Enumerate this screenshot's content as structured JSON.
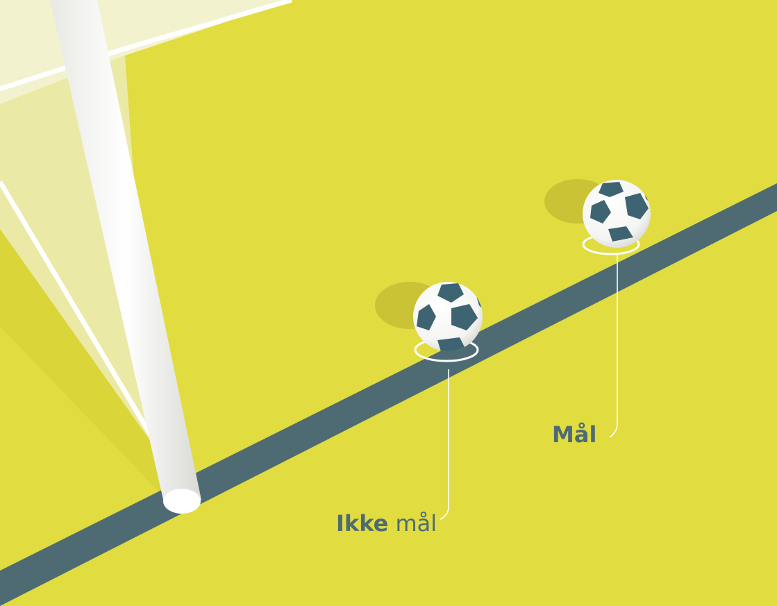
{
  "labels": {
    "no_goal_bold": "Ikke",
    "no_goal_rest": " mål",
    "goal": "Mål"
  },
  "colors": {
    "pitch": "#e1dc3f",
    "goal_line": "#4e6b74",
    "post": "#ffffff",
    "ball_patch": "#3d6470",
    "net_area": "#efeebd"
  },
  "icons": {
    "ball_left": "soccer-ball-icon",
    "ball_right": "soccer-ball-icon"
  }
}
